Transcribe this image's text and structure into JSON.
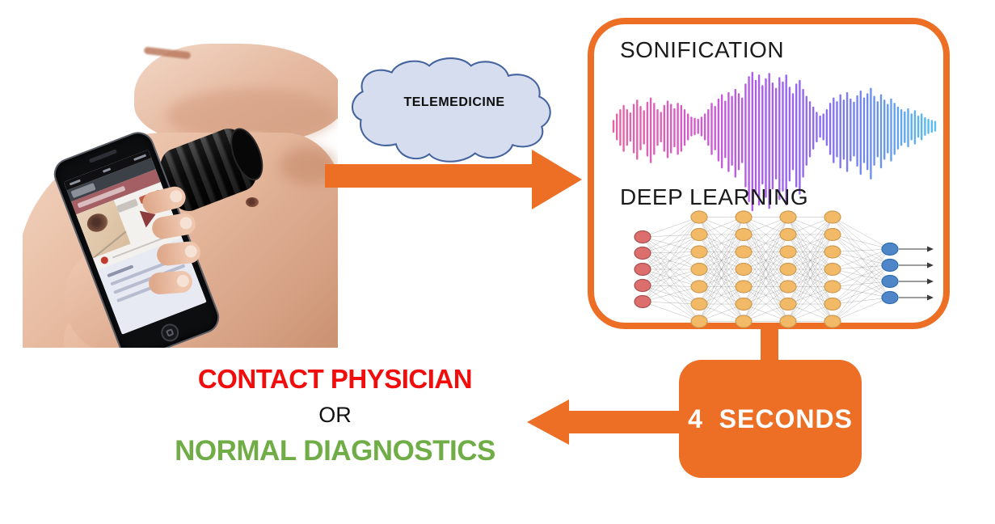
{
  "colors": {
    "accent_orange": "#ED6E25",
    "red_text": "#F20D0D",
    "green_text": "#70AD47",
    "cloud_fill": "#D6DDEF",
    "cloud_stroke": "#44639F"
  },
  "cloud": {
    "label": "TELEMEDICINE"
  },
  "panel": {
    "sonification_label": "SONIFICATION",
    "deep_learning_label": "DEEP LEARNING"
  },
  "waveform": {
    "amplitudes": [
      0.1,
      0.22,
      0.3,
      0.38,
      0.3,
      0.24,
      0.4,
      0.48,
      0.36,
      0.28,
      0.44,
      0.52,
      0.42,
      0.3,
      0.25,
      0.38,
      0.46,
      0.4,
      0.32,
      0.42,
      0.38,
      0.3,
      0.22,
      0.16,
      0.14,
      0.12,
      0.16,
      0.22,
      0.3,
      0.42,
      0.36,
      0.5,
      0.58,
      0.46,
      0.62,
      0.55,
      0.68,
      0.6,
      0.52,
      0.78,
      0.92,
      1.0,
      0.85,
      0.95,
      0.75,
      0.88,
      0.98,
      0.8,
      0.7,
      0.9,
      0.82,
      0.95,
      0.72,
      0.6,
      0.78,
      0.85,
      0.68,
      0.55,
      0.45,
      0.35,
      0.25,
      0.18,
      0.22,
      0.3,
      0.42,
      0.52,
      0.45,
      0.58,
      0.48,
      0.62,
      0.5,
      0.44,
      0.56,
      0.65,
      0.52,
      0.6,
      0.7,
      0.55,
      0.45,
      0.58,
      0.48,
      0.4,
      0.5,
      0.42,
      0.35,
      0.3,
      0.26,
      0.32,
      0.22,
      0.28,
      0.18,
      0.22,
      0.15,
      0.12,
      0.1,
      0.08
    ],
    "color_stops": [
      {
        "t": 0.0,
        "color": "#E3599C"
      },
      {
        "t": 0.28,
        "color": "#CC4ECE"
      },
      {
        "t": 0.5,
        "color": "#9B53EC"
      },
      {
        "t": 0.66,
        "color": "#7F63F0"
      },
      {
        "t": 0.82,
        "color": "#5D8BEB"
      },
      {
        "t": 1.0,
        "color": "#49BCF2"
      }
    ]
  },
  "network": {
    "layers": [
      {
        "role": "input",
        "count": 5,
        "fill": "#DC6E6E",
        "stroke": "#A84F4F"
      },
      {
        "role": "hidden",
        "count": 7,
        "fill": "#F2B967",
        "stroke": "#CE9A52"
      },
      {
        "role": "hidden",
        "count": 7,
        "fill": "#F2B967",
        "stroke": "#CE9A52"
      },
      {
        "role": "hidden",
        "count": 7,
        "fill": "#F2B967",
        "stroke": "#CE9A52"
      },
      {
        "role": "hidden",
        "count": 7,
        "fill": "#F2B967",
        "stroke": "#CE9A52"
      },
      {
        "role": "output",
        "count": 4,
        "fill": "#4E86C8",
        "stroke": "#2E6DB4"
      }
    ],
    "line_color": "#808080",
    "arrow_color": "#3a3a3a"
  },
  "timer_box": {
    "label": "4  SECONDS"
  },
  "outcome": {
    "line1": "CONTACT PHYSICIAN",
    "line2": "OR",
    "line3": "NORMAL DIAGNOSTICS"
  }
}
